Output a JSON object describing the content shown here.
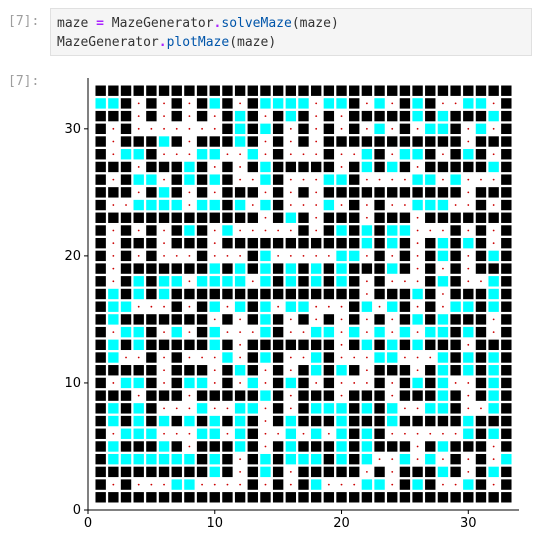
{
  "notebook": {
    "in_prompt": "[7]:",
    "out_prompt": "[7]:",
    "code_lines": [
      {
        "var": "maze",
        "op": "=",
        "cls": "MazeGenerator",
        "dot": ".",
        "fn": "solveMaze",
        "arg": "(maze)"
      },
      {
        "cls": "MazeGenerator",
        "dot": ".",
        "fn": "plotMaze",
        "arg": "(maze)"
      }
    ]
  },
  "chart_data": {
    "type": "heatmap",
    "description_of_cells": "0 = wall (black), 1 = path (cyan), 2 = dot/visited (red dot)",
    "colors": {
      "wall": "#000000",
      "path": "#00ffff",
      "visited_dot": "#cc0000",
      "background": "#ffffff"
    },
    "xlim": [
      0,
      34
    ],
    "ylim": [
      0,
      34
    ],
    "xticks": [
      0,
      10,
      20,
      30
    ],
    "yticks": [
      0,
      10,
      20,
      30
    ],
    "grid": false
  }
}
